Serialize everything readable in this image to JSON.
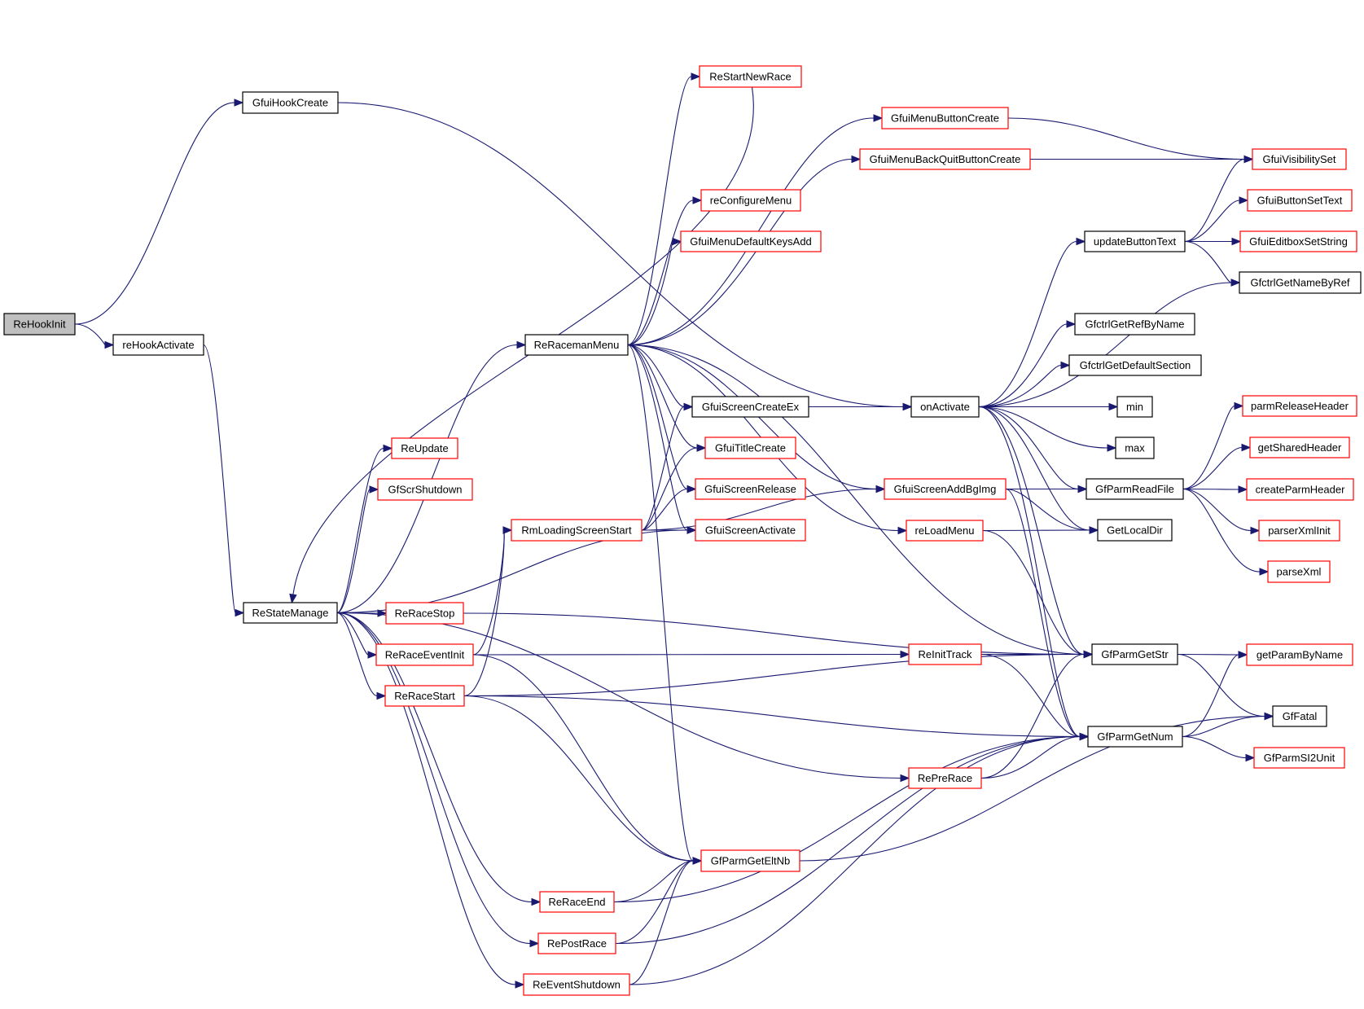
{
  "diagram": {
    "type": "call-graph",
    "colors": {
      "edge": "#191970",
      "node_border_default": "#000000",
      "node_border_truncated": "#ff0000",
      "node_fill_root": "#bfbfbf",
      "node_fill": "#ffffff"
    },
    "root": "ReHookInit",
    "nodes": [
      {
        "id": "ReHookInit",
        "label": "ReHookInit",
        "style": "root"
      },
      {
        "id": "GfuiHookCreate",
        "label": "GfuiHookCreate",
        "style": "default"
      },
      {
        "id": "reHookActivate",
        "label": "reHookActivate",
        "style": "default"
      },
      {
        "id": "ReStateManage",
        "label": "ReStateManage",
        "style": "default"
      },
      {
        "id": "ReRacemanMenu",
        "label": "ReRacemanMenu",
        "style": "default"
      },
      {
        "id": "ReUpdate",
        "label": "ReUpdate",
        "style": "truncated"
      },
      {
        "id": "GfScrShutdown",
        "label": "GfScrShutdown",
        "style": "truncated"
      },
      {
        "id": "RmLoadingScreenStart",
        "label": "RmLoadingScreenStart",
        "style": "truncated"
      },
      {
        "id": "ReRaceStop",
        "label": "ReRaceStop",
        "style": "truncated"
      },
      {
        "id": "ReRaceEventInit",
        "label": "ReRaceEventInit",
        "style": "truncated"
      },
      {
        "id": "ReRaceStart",
        "label": "ReRaceStart",
        "style": "truncated"
      },
      {
        "id": "ReRaceEnd",
        "label": "ReRaceEnd",
        "style": "truncated"
      },
      {
        "id": "RePostRace",
        "label": "RePostRace",
        "style": "truncated"
      },
      {
        "id": "ReEventShutdown",
        "label": "ReEventShutdown",
        "style": "truncated"
      },
      {
        "id": "ReStartNewRace",
        "label": "ReStartNewRace",
        "style": "truncated"
      },
      {
        "id": "GfuiMenuButtonCreate",
        "label": "GfuiMenuButtonCreate",
        "style": "truncated"
      },
      {
        "id": "GfuiMenuBackQuitButtonCreate",
        "label": "GfuiMenuBackQuitButtonCreate",
        "style": "truncated"
      },
      {
        "id": "reConfigureMenu",
        "label": "reConfigureMenu",
        "style": "truncated"
      },
      {
        "id": "GfuiMenuDefaultKeysAdd",
        "label": "GfuiMenuDefaultKeysAdd",
        "style": "truncated"
      },
      {
        "id": "GfuiScreenCreateEx",
        "label": "GfuiScreenCreateEx",
        "style": "default"
      },
      {
        "id": "GfuiTitleCreate",
        "label": "GfuiTitleCreate",
        "style": "truncated"
      },
      {
        "id": "GfuiScreenRelease",
        "label": "GfuiScreenRelease",
        "style": "truncated"
      },
      {
        "id": "GfuiScreenActivate",
        "label": "GfuiScreenActivate",
        "style": "truncated"
      },
      {
        "id": "GfParmGetEltNb",
        "label": "GfParmGetEltNb",
        "style": "truncated"
      },
      {
        "id": "onActivate",
        "label": "onActivate",
        "style": "default"
      },
      {
        "id": "GfuiScreenAddBgImg",
        "label": "GfuiScreenAddBgImg",
        "style": "truncated"
      },
      {
        "id": "reLoadMenu",
        "label": "reLoadMenu",
        "style": "truncated"
      },
      {
        "id": "ReInitTrack",
        "label": "ReInitTrack",
        "style": "truncated"
      },
      {
        "id": "RePreRace",
        "label": "RePreRace",
        "style": "truncated"
      },
      {
        "id": "updateButtonText",
        "label": "updateButtonText",
        "style": "default"
      },
      {
        "id": "GfctrlGetRefByName",
        "label": "GfctrlGetRefByName",
        "style": "default"
      },
      {
        "id": "GfctrlGetDefaultSection",
        "label": "GfctrlGetDefaultSection",
        "style": "default"
      },
      {
        "id": "min",
        "label": "min",
        "style": "default"
      },
      {
        "id": "max",
        "label": "max",
        "style": "default"
      },
      {
        "id": "GfParmReadFile",
        "label": "GfParmReadFile",
        "style": "default"
      },
      {
        "id": "GetLocalDir",
        "label": "GetLocalDir",
        "style": "default"
      },
      {
        "id": "GfParmGetStr",
        "label": "GfParmGetStr",
        "style": "default"
      },
      {
        "id": "GfParmGetNum",
        "label": "GfParmGetNum",
        "style": "default"
      },
      {
        "id": "GfuiVisibilitySet",
        "label": "GfuiVisibilitySet",
        "style": "truncated"
      },
      {
        "id": "GfuiButtonSetText",
        "label": "GfuiButtonSetText",
        "style": "truncated"
      },
      {
        "id": "GfuiEditboxSetString",
        "label": "GfuiEditboxSetString",
        "style": "truncated"
      },
      {
        "id": "GfctrlGetNameByRef",
        "label": "GfctrlGetNameByRef",
        "style": "default"
      },
      {
        "id": "parmReleaseHeader",
        "label": "parmReleaseHeader",
        "style": "truncated"
      },
      {
        "id": "getSharedHeader",
        "label": "getSharedHeader",
        "style": "truncated"
      },
      {
        "id": "createParmHeader",
        "label": "createParmHeader",
        "style": "truncated"
      },
      {
        "id": "parserXmlInit",
        "label": "parserXmlInit",
        "style": "truncated"
      },
      {
        "id": "parseXml",
        "label": "parseXml",
        "style": "truncated"
      },
      {
        "id": "getParamByName",
        "label": "getParamByName",
        "style": "truncated"
      },
      {
        "id": "GfFatal",
        "label": "GfFatal",
        "style": "default"
      },
      {
        "id": "GfParmSI2Unit",
        "label": "GfParmSI2Unit",
        "style": "truncated"
      }
    ],
    "edges": [
      [
        "ReHookInit",
        "GfuiHookCreate"
      ],
      [
        "ReHookInit",
        "reHookActivate"
      ],
      [
        "GfuiHookCreate",
        "onActivate"
      ],
      [
        "reHookActivate",
        "ReStateManage"
      ],
      [
        "ReStateManage",
        "ReRacemanMenu"
      ],
      [
        "ReStateManage",
        "ReUpdate"
      ],
      [
        "ReStateManage",
        "GfScrShutdown"
      ],
      [
        "ReStateManage",
        "GfuiScreenActivate"
      ],
      [
        "ReStateManage",
        "ReRaceStop"
      ],
      [
        "ReStateManage",
        "ReRaceEventInit"
      ],
      [
        "ReStateManage",
        "ReRaceStart"
      ],
      [
        "ReStateManage",
        "RePreRace"
      ],
      [
        "ReStateManage",
        "ReRaceEnd"
      ],
      [
        "ReStateManage",
        "RePostRace"
      ],
      [
        "ReStateManage",
        "ReEventShutdown"
      ],
      [
        "ReStartNewRace",
        "ReStateManage"
      ],
      [
        "ReRacemanMenu",
        "ReStartNewRace"
      ],
      [
        "ReRacemanMenu",
        "GfuiMenuButtonCreate"
      ],
      [
        "ReRacemanMenu",
        "GfuiMenuBackQuitButtonCreate"
      ],
      [
        "ReRacemanMenu",
        "reConfigureMenu"
      ],
      [
        "ReRacemanMenu",
        "GfuiMenuDefaultKeysAdd"
      ],
      [
        "ReRacemanMenu",
        "GfuiScreenCreateEx"
      ],
      [
        "ReRacemanMenu",
        "GfuiTitleCreate"
      ],
      [
        "ReRacemanMenu",
        "GfuiScreenRelease"
      ],
      [
        "ReRacemanMenu",
        "GfuiScreenActivate"
      ],
      [
        "ReRacemanMenu",
        "GfParmGetEltNb"
      ],
      [
        "ReRacemanMenu",
        "GfuiScreenAddBgImg"
      ],
      [
        "ReRacemanMenu",
        "reLoadMenu"
      ],
      [
        "ReRacemanMenu",
        "GfParmGetStr"
      ],
      [
        "RmLoadingScreenStart",
        "GfuiScreenCreateEx"
      ],
      [
        "RmLoadingScreenStart",
        "GfuiTitleCreate"
      ],
      [
        "RmLoadingScreenStart",
        "GfuiScreenRelease"
      ],
      [
        "RmLoadingScreenStart",
        "GfuiScreenActivate"
      ],
      [
        "RmLoadingScreenStart",
        "GfuiScreenAddBgImg"
      ],
      [
        "ReRaceEventInit",
        "RmLoadingScreenStart"
      ],
      [
        "ReRaceEventInit",
        "ReInitTrack"
      ],
      [
        "ReRaceEventInit",
        "GfParmGetEltNb"
      ],
      [
        "ReRaceStart",
        "RmLoadingScreenStart"
      ],
      [
        "ReRaceStart",
        "GfParmGetStr"
      ],
      [
        "ReRaceStart",
        "GfParmGetNum"
      ],
      [
        "ReRaceStart",
        "GfParmGetEltNb"
      ],
      [
        "ReRaceStop",
        "GfParmGetStr"
      ],
      [
        "ReRaceEnd",
        "GfParmGetEltNb"
      ],
      [
        "ReRaceEnd",
        "GfParmGetNum"
      ],
      [
        "RePostRace",
        "GfParmGetEltNb"
      ],
      [
        "RePostRace",
        "GfParmGetNum"
      ],
      [
        "ReEventShutdown",
        "GfParmGetEltNb"
      ],
      [
        "ReEventShutdown",
        "GfParmGetNum"
      ],
      [
        "GfParmGetEltNb",
        "GfFatal"
      ],
      [
        "GfuiScreenCreateEx",
        "onActivate"
      ],
      [
        "GfuiMenuButtonCreate",
        "GfuiVisibilitySet"
      ],
      [
        "GfuiMenuBackQuitButtonCreate",
        "GfuiVisibilitySet"
      ],
      [
        "GfuiScreenAddBgImg",
        "GfParmReadFile"
      ],
      [
        "GfuiScreenAddBgImg",
        "GetLocalDir"
      ],
      [
        "GfuiScreenAddBgImg",
        "GfParmGetNum"
      ],
      [
        "reLoadMenu",
        "GetLocalDir"
      ],
      [
        "reLoadMenu",
        "GfParmGetStr"
      ],
      [
        "ReInitTrack",
        "GfParmGetStr"
      ],
      [
        "ReInitTrack",
        "GfParmGetNum"
      ],
      [
        "RePreRace",
        "GfParmGetStr"
      ],
      [
        "RePreRace",
        "GfParmGetNum"
      ],
      [
        "onActivate",
        "updateButtonText"
      ],
      [
        "onActivate",
        "GfctrlGetNameByRef"
      ],
      [
        "onActivate",
        "GfctrlGetRefByName"
      ],
      [
        "onActivate",
        "GfctrlGetDefaultSection"
      ],
      [
        "onActivate",
        "min"
      ],
      [
        "onActivate",
        "max"
      ],
      [
        "onActivate",
        "GfParmReadFile"
      ],
      [
        "onActivate",
        "GetLocalDir"
      ],
      [
        "onActivate",
        "GfParmGetStr"
      ],
      [
        "onActivate",
        "GfParmGetNum"
      ],
      [
        "updateButtonText",
        "GfuiVisibilitySet"
      ],
      [
        "updateButtonText",
        "GfuiButtonSetText"
      ],
      [
        "updateButtonText",
        "GfuiEditboxSetString"
      ],
      [
        "updateButtonText",
        "GfctrlGetNameByRef"
      ],
      [
        "GfParmReadFile",
        "parmReleaseHeader"
      ],
      [
        "GfParmReadFile",
        "getSharedHeader"
      ],
      [
        "GfParmReadFile",
        "createParmHeader"
      ],
      [
        "GfParmReadFile",
        "parserXmlInit"
      ],
      [
        "GfParmReadFile",
        "parseXml"
      ],
      [
        "GfParmGetStr",
        "getParamByName"
      ],
      [
        "GfParmGetStr",
        "GfFatal"
      ],
      [
        "GfParmGetNum",
        "getParamByName"
      ],
      [
        "GfParmGetNum",
        "GfFatal"
      ],
      [
        "GfParmGetNum",
        "GfParmSI2Unit"
      ]
    ]
  }
}
